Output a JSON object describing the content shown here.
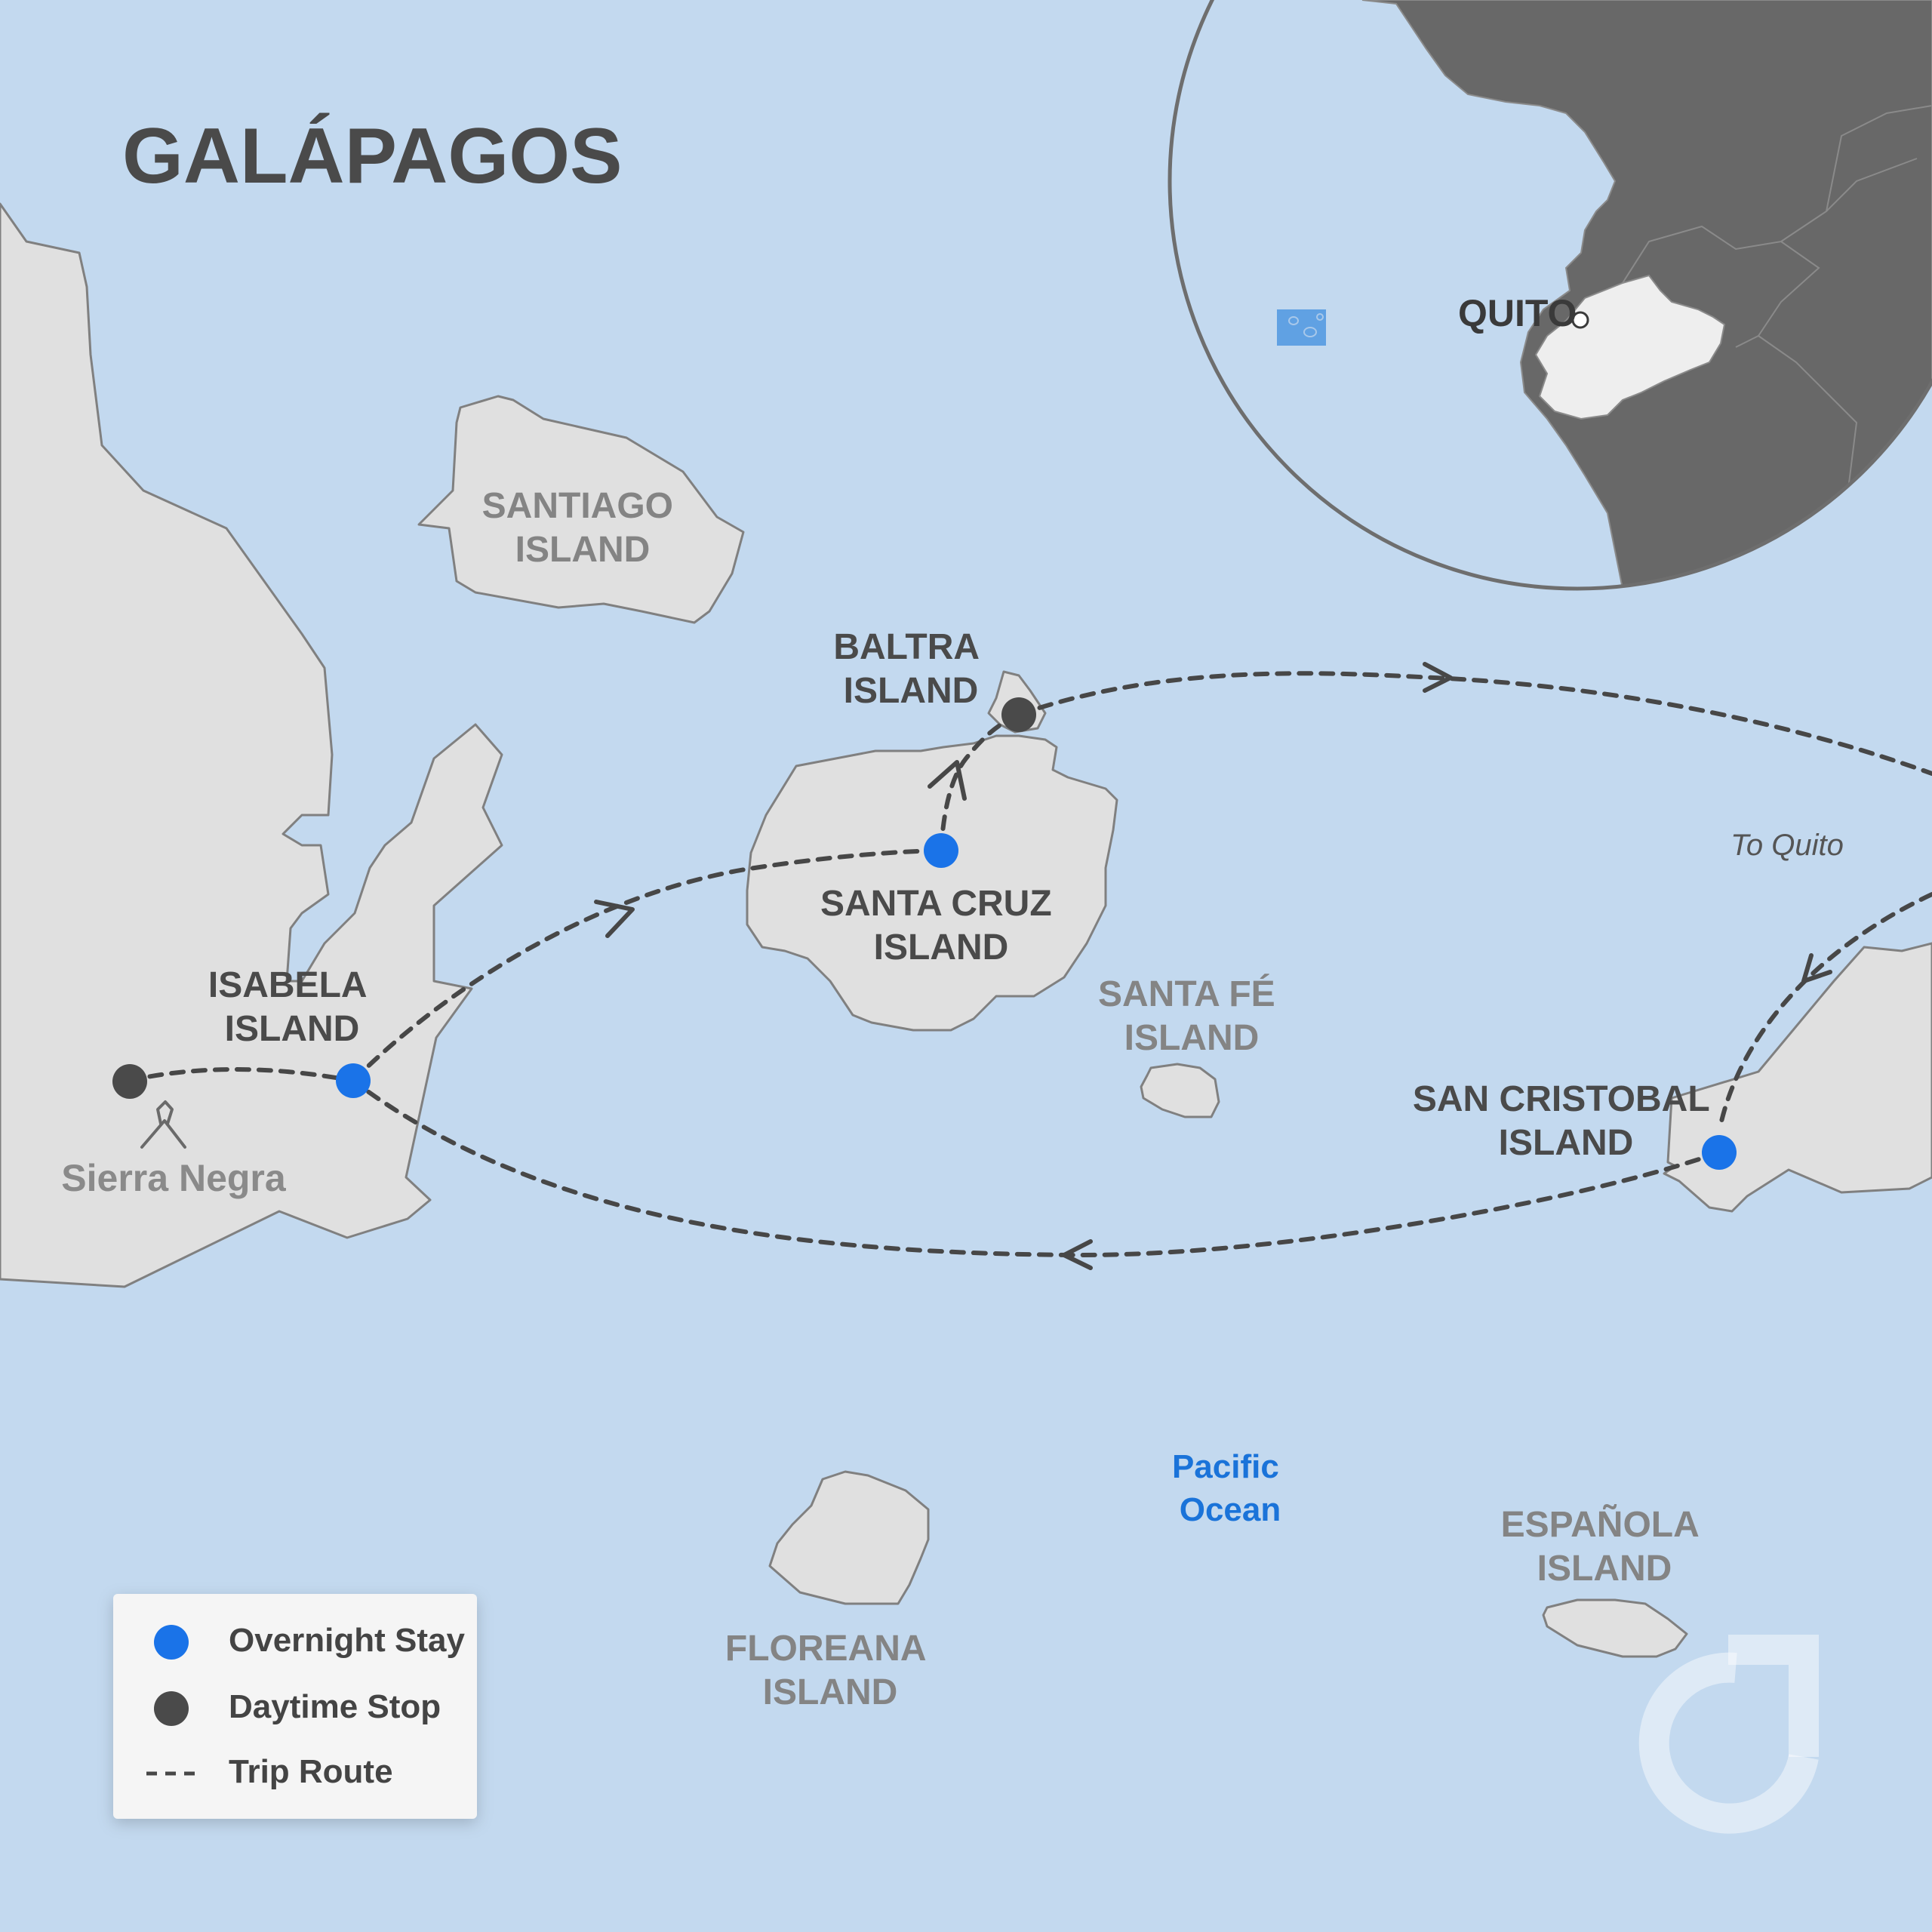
{
  "title": "GALÁPAGOS",
  "colors": {
    "ocean": "#c3d9ef",
    "land": "#e0e0e0",
    "land_stroke": "#808080",
    "inset_land": "#686868",
    "ecuador": "#eeeeee",
    "overnight": "#1a73e8",
    "daytime": "#4a4a4a",
    "route": "#474747",
    "ocean_label": "#1a73d9"
  },
  "islands": {
    "isabela": [
      "ISABELA",
      "ISLAND"
    ],
    "santiago": [
      "SANTIAGO",
      "ISLAND"
    ],
    "baltra": [
      "BALTRA",
      "ISLAND"
    ],
    "santa_cruz": [
      "SANTA CRUZ",
      "ISLAND"
    ],
    "santa_fe": [
      "SANTA FÉ",
      "ISLAND"
    ],
    "san_cristobal": [
      "SAN CRISTOBAL",
      "ISLAND"
    ],
    "floreana": [
      "FLOREANA",
      "ISLAND"
    ],
    "espanola": [
      "ESPAÑOLA",
      "ISLAND"
    ]
  },
  "places": {
    "sierra_negra": "Sierra Negra",
    "quito": "QUITO"
  },
  "ocean_label": [
    "Pacific",
    "Ocean"
  ],
  "route_note": "To Quito",
  "legend": {
    "overnight": "Overnight Stay",
    "daytime": "Daytime Stop",
    "route": "Trip Route"
  },
  "icons": {
    "volcano": "volcano-icon",
    "logo": "brand-logo"
  }
}
